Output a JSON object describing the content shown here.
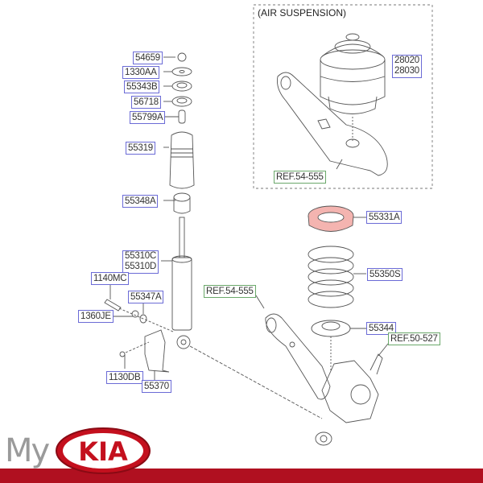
{
  "air_suspension": {
    "title": "(AIR SUSPENSION)",
    "labels": [
      "28020",
      "28030"
    ],
    "ref": "REF.54-555"
  },
  "shock_stack": {
    "labels": [
      "54659",
      "1330AA",
      "55343B",
      "56718",
      "55799A",
      "55319",
      "55348A"
    ]
  },
  "shock_absorber": {
    "labels": [
      "55310C",
      "55310D"
    ]
  },
  "lower_parts": {
    "labels": [
      "1140MC",
      "55347A",
      "1360JE",
      "1130DB",
      "55370"
    ]
  },
  "spring_stack": {
    "labels": [
      "55331A",
      "55350S",
      "55344"
    ]
  },
  "refs": {
    "lower_arm": "REF.54-555",
    "knuckle": "REF.50-527"
  },
  "brand": {
    "my": "My",
    "kia": "KIA",
    "accent": "#b01020",
    "pad_color": "#f4b4b0"
  }
}
